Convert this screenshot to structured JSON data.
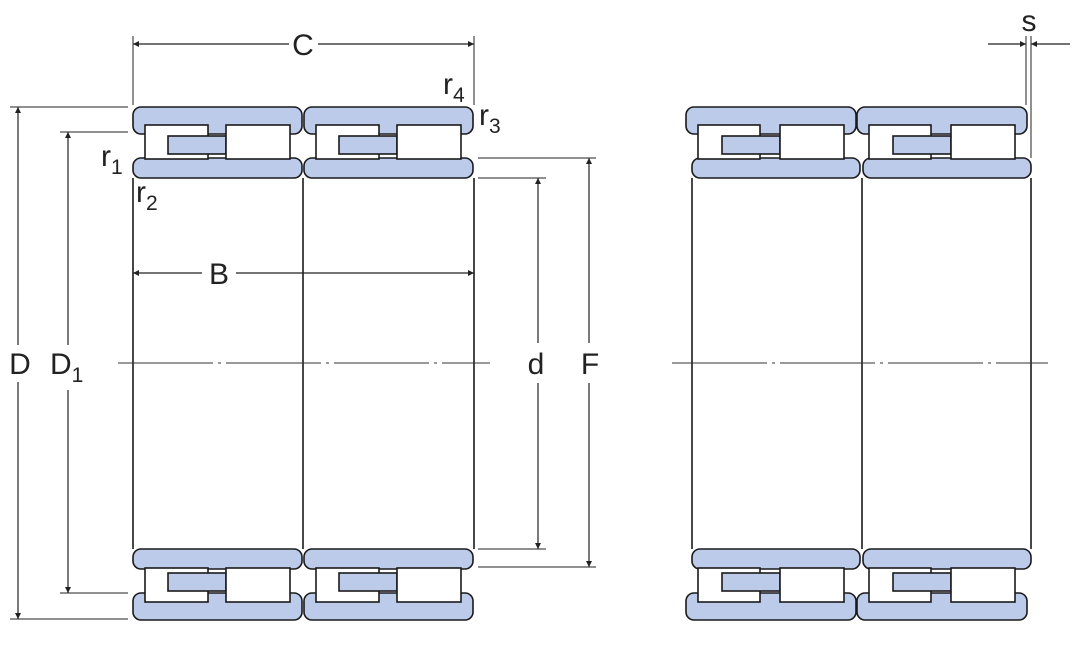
{
  "labels": {
    "C": "C",
    "B": "B",
    "D": "D",
    "D1_main": "D",
    "D1_sub": "1",
    "d": "d",
    "F": "F",
    "s": "s",
    "r1_main": "r",
    "r1_sub": "1",
    "r2_main": "r",
    "r2_sub": "2",
    "r3_main": "r",
    "r3_sub": "3",
    "r4_main": "r",
    "r4_sub": "4"
  },
  "colors": {
    "ring_fill": "#bccbe9",
    "outline": "#1a1a1a",
    "dimension_line": "#222222",
    "background": "#ffffff"
  }
}
